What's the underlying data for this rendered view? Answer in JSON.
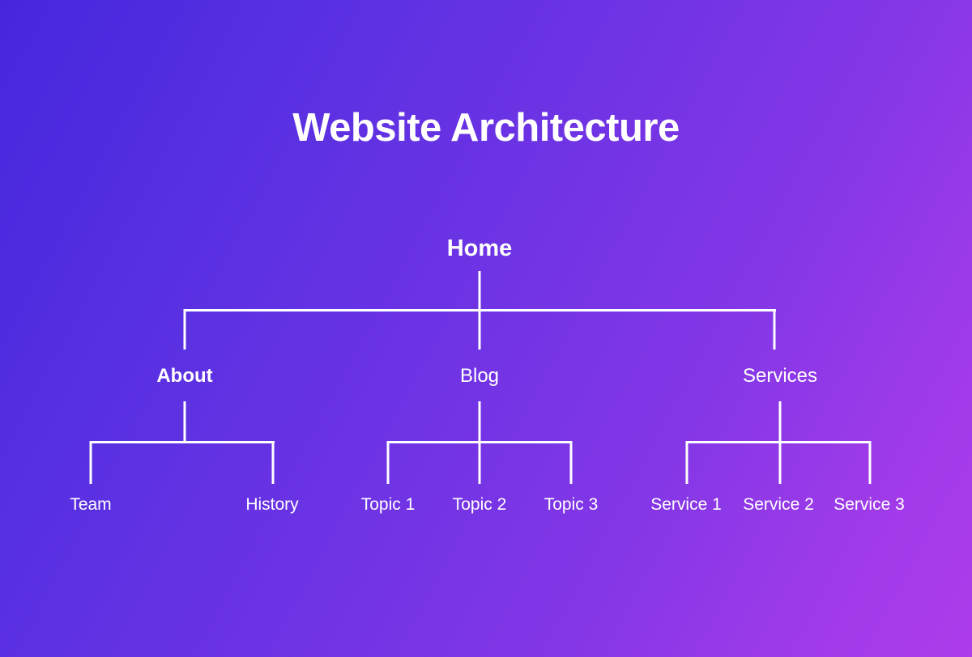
{
  "title": "Website Architecture",
  "colors": {
    "background_start": "#4626dd",
    "background_mid": "#8537e6",
    "background_end": "#ad3ceb",
    "line": "#ffffff",
    "text": "#ffffff"
  },
  "chart_data": {
    "type": "diagram",
    "title": "Website Architecture",
    "diagram_kind": "sitemap-tree",
    "orientation": "top-down",
    "levels": 3,
    "root": {
      "label": "Home",
      "children": [
        {
          "label": "About",
          "children": [
            {
              "label": "Team"
            },
            {
              "label": "History"
            }
          ]
        },
        {
          "label": "Blog",
          "children": [
            {
              "label": "Topic 1"
            },
            {
              "label": "Topic 2"
            },
            {
              "label": "Topic 3"
            }
          ]
        },
        {
          "label": "Services",
          "children": [
            {
              "label": "Service 1"
            },
            {
              "label": "Service 2"
            },
            {
              "label": "Service 3"
            }
          ]
        }
      ]
    }
  },
  "tree": {
    "root": {
      "label": "Home"
    },
    "level1": [
      {
        "label": "About"
      },
      {
        "label": "Blog"
      },
      {
        "label": "Services"
      }
    ],
    "about_children": [
      {
        "label": "Team"
      },
      {
        "label": "History"
      }
    ],
    "blog_children": [
      {
        "label": "Topic 1"
      },
      {
        "label": "Topic 2"
      },
      {
        "label": "Topic 3"
      }
    ],
    "services_children": [
      {
        "label": "Service 1"
      },
      {
        "label": "Service 2"
      },
      {
        "label": "Service 3"
      }
    ]
  }
}
